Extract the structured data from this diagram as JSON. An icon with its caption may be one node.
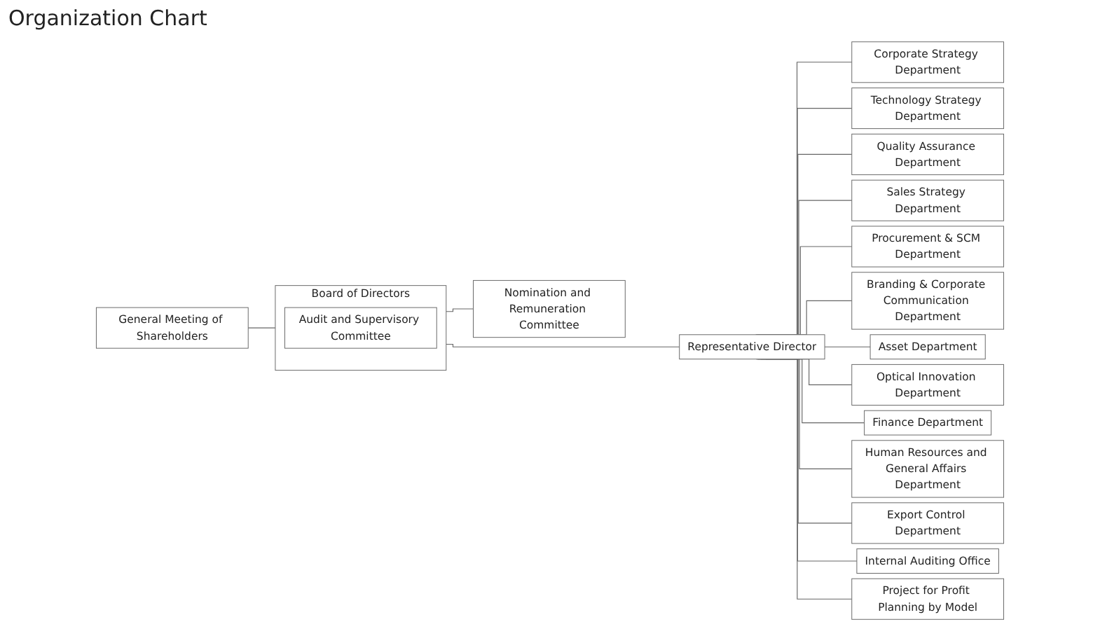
{
  "diagram": {
    "title": "Organization Chart",
    "nodes": [
      {
        "text": [
          "General Meeting of Shareholders"
        ]
      },
      {
        "text": [
          "Board of Directors"
        ]
      },
      {
        "text": [
          "Audit and Supervisory Committee"
        ],
        "in": 1
      },
      {
        "text": [
          "Nomination and Remuneration Committee"
        ]
      },
      {
        "text": [
          "Representative Director"
        ]
      },
      {
        "text": [
          "Corporate Strategy Department"
        ]
      },
      {
        "text": [
          "Technology Strategy Department"
        ]
      },
      {
        "text": [
          "Quality Assurance Department"
        ]
      },
      {
        "text": [
          "Sales Strategy Department"
        ]
      },
      {
        "text": [
          "Procurement & SCM Department"
        ]
      },
      {
        "text": [
          "Branding & Corporate Communication Department"
        ]
      },
      {
        "text": [
          "Asset Department"
        ]
      },
      {
        "text": [
          "Optical Innovation Department"
        ]
      },
      {
        "text": [
          "Finance Department"
        ]
      },
      {
        "text": [
          "Human Resources and General Affairs Department"
        ]
      },
      {
        "text": [
          "Export Control Department"
        ]
      },
      {
        "text": [
          "Internal Auditing Office"
        ]
      },
      {
        "text": [
          "Project for Profit Planning by Model"
        ]
      }
    ],
    "edges": [
      {
        "from": 0,
        "to": 1,
        "arrow": "none"
      },
      {
        "from": 1,
        "to": 3,
        "arrow": "none"
      },
      {
        "from": 1,
        "to": 4,
        "arrow": "none"
      },
      {
        "from": 4,
        "to": 5,
        "arrow": "none"
      },
      {
        "from": 4,
        "to": 6,
        "arrow": "none"
      },
      {
        "from": 4,
        "to": 7,
        "arrow": "none"
      },
      {
        "from": 4,
        "to": 8,
        "arrow": "none"
      },
      {
        "from": 4,
        "to": 9,
        "arrow": "none"
      },
      {
        "from": 4,
        "to": 10,
        "arrow": "none"
      },
      {
        "from": 4,
        "to": 11,
        "arrow": "none"
      },
      {
        "from": 4,
        "to": 12,
        "arrow": "none"
      },
      {
        "from": 4,
        "to": 13,
        "arrow": "none"
      },
      {
        "from": 4,
        "to": 14,
        "arrow": "none"
      },
      {
        "from": 4,
        "to": 15,
        "arrow": "none"
      },
      {
        "from": 4,
        "to": 16,
        "arrow": "none"
      },
      {
        "from": 4,
        "to": 17,
        "arrow": "none"
      }
    ]
  }
}
